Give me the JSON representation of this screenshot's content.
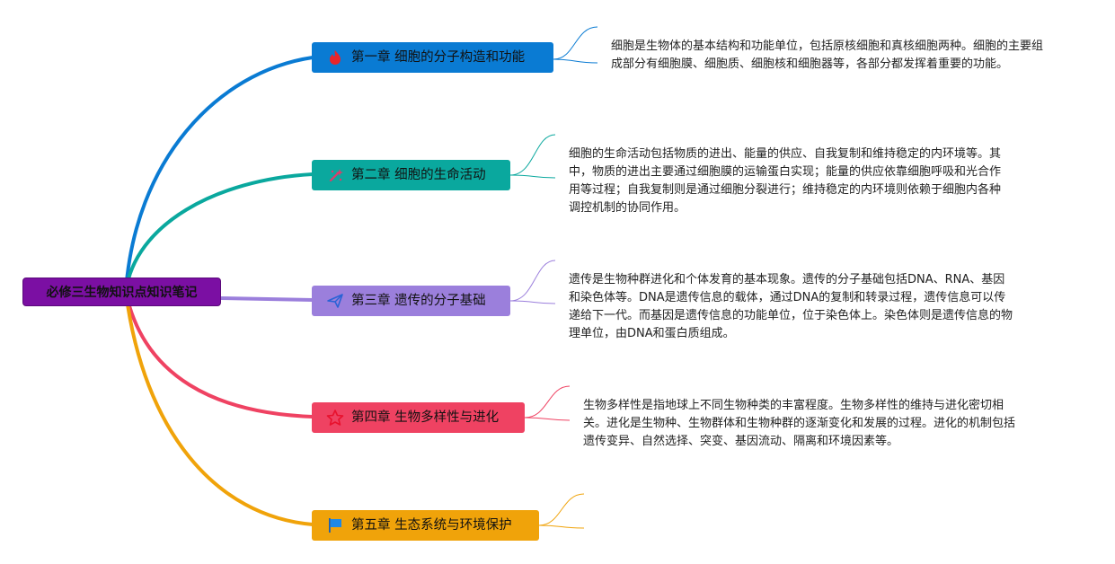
{
  "root": {
    "label": "必修三生物知识点知识笔记",
    "color": "#7b0fa3"
  },
  "chapters": [
    {
      "label": "第一章 细胞的分子构造和功能",
      "icon": "fire-icon",
      "color": "#0a7bd3",
      "note": "细胞是生物体的基本结构和功能单位，包括原核细胞和真核细胞两种。细胞的主要组成部分有细胞膜、细胞质、细胞核和细胞器等，各部分都发挥着重要的功能。"
    },
    {
      "label": "第二章 细胞的生命活动",
      "icon": "sparkle-wand-icon",
      "color": "#0aa89e",
      "note": "细胞的生命活动包括物质的进出、能量的供应、自我复制和维持稳定的内环境等。其中，物质的进出主要通过细胞膜的运输蛋白实现；能量的供应依靠细胞呼吸和光合作用等过程；自我复制则是通过细胞分裂进行；维持稳定的内环境则依赖于细胞内各种调控机制的协同作用。"
    },
    {
      "label": "第三章 遗传的分子基础",
      "icon": "paper-plane-icon",
      "color": "#9b7fdc",
      "note": "遗传是生物种群进化和个体发育的基本现象。遗传的分子基础包括DNA、RNA、基因和染色体等。DNA是遗传信息的载体，通过DNA的复制和转录过程，遗传信息可以传递给下一代。而基因是遗传信息的功能单位，位于染色体上。染色体则是遗传信息的物理单位，由DNA和蛋白质组成。"
    },
    {
      "label": "第四章 生物多样性与进化",
      "icon": "star-icon",
      "color": "#ef4262",
      "note": "生物多样性是指地球上不同生物种类的丰富程度。生物多样性的维持与进化密切相关。进化是生物种、生物群体和生物种群的逐渐变化和发展的过程。进化的机制包括遗传变异、自然选择、突变、基因流动、隔离和环境因素等。"
    },
    {
      "label": "第五章 生态系统与环境保护",
      "icon": "flag-icon",
      "color": "#f0a30a",
      "note": ""
    }
  ]
}
